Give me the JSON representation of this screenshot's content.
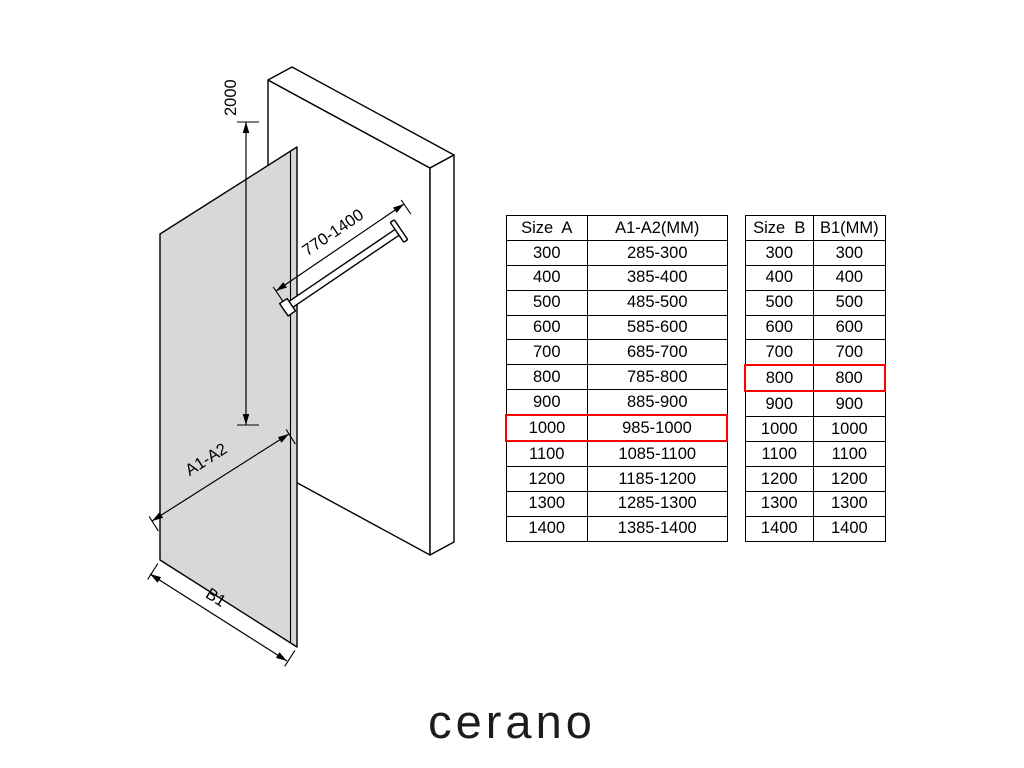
{
  "diagram": {
    "height_dim": "2000",
    "bar_dim": "770-1400",
    "width_dim_a": "A1-A2",
    "width_dim_b": "B1"
  },
  "table_a": {
    "headers": [
      "Size  A",
      "A1-A2(MM)"
    ],
    "rows": [
      [
        "300",
        "285-300"
      ],
      [
        "400",
        "385-400"
      ],
      [
        "500",
        "485-500"
      ],
      [
        "600",
        "585-600"
      ],
      [
        "700",
        "685-700"
      ],
      [
        "800",
        "785-800"
      ],
      [
        "900",
        "885-900"
      ],
      [
        "1000",
        "985-1000"
      ],
      [
        "1100",
        "1085-1100"
      ],
      [
        "1200",
        "1185-1200"
      ],
      [
        "1300",
        "1285-1300"
      ],
      [
        "1400",
        "1385-1400"
      ]
    ],
    "highlight_index": 7
  },
  "table_b": {
    "headers": [
      "Size  B",
      "B1(MM)"
    ],
    "rows": [
      [
        "300",
        "300"
      ],
      [
        "400",
        "400"
      ],
      [
        "500",
        "500"
      ],
      [
        "600",
        "600"
      ],
      [
        "700",
        "700"
      ],
      [
        "800",
        "800"
      ],
      [
        "900",
        "900"
      ],
      [
        "1000",
        "1000"
      ],
      [
        "1100",
        "1100"
      ],
      [
        "1200",
        "1200"
      ],
      [
        "1300",
        "1300"
      ],
      [
        "1400",
        "1400"
      ]
    ],
    "highlight_index": 5
  },
  "logo": "cerano",
  "colors": {
    "highlight_border": "#ff0000",
    "line": "#000000",
    "glass_fill": "#d8d8d8"
  }
}
